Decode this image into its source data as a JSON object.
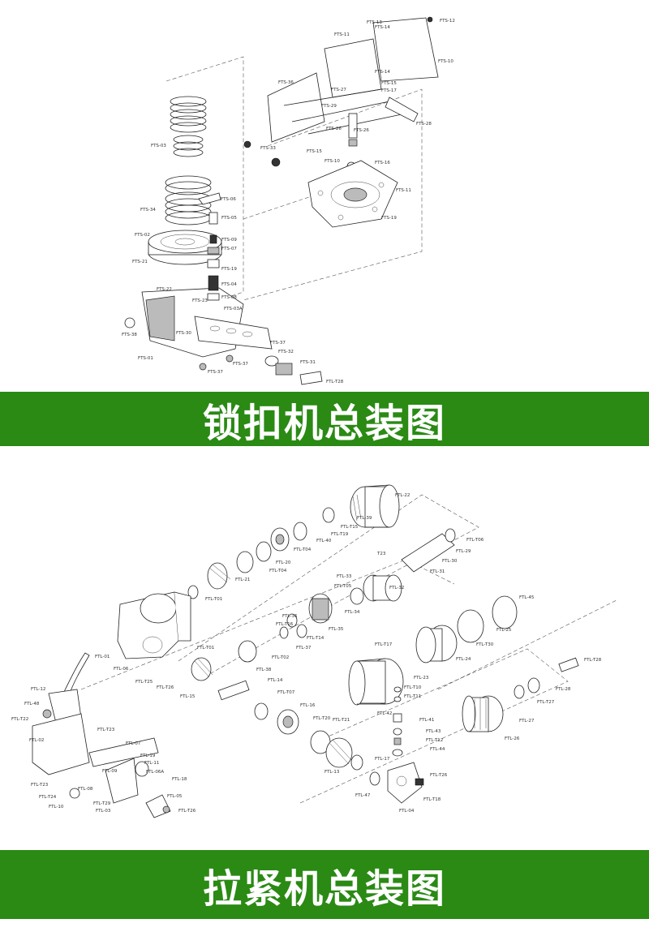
{
  "colors": {
    "banner": "#2a8a14",
    "banner_text": "#ffffff"
  },
  "sections": [
    {
      "title": "锁扣机总装图",
      "parts": [
        "FTS-12",
        "FTS-14",
        "FTS-13",
        "FTS-11",
        "FTS-10",
        "FTS-14",
        "FTS-15",
        "FTS-17",
        "FTS-27",
        "FTS-29",
        "FTS-28",
        "FTS-26",
        "FTS-26",
        "FTS-36",
        "FTS-33",
        "FTS-15",
        "FTS-10",
        "FTS-16",
        "FTS-11",
        "FTS-19",
        "FTS-03",
        "FTS-34",
        "FTS-06",
        "FTS-05",
        "FTS-02",
        "FTS-09",
        "FTS-07",
        "FTS-21",
        "FTS-19",
        "FTS-04",
        "FTS-22",
        "FTS-08",
        "FTS-23",
        "FTS-03A",
        "FTS-38",
        "FTS-30",
        "FTS-01",
        "FTS-37",
        "FTS-32",
        "FTS-37",
        "FTS-31",
        "FTL-T28",
        "FTS-37"
      ]
    },
    {
      "title": "拉紧机总装图",
      "parts": [
        "FTL-22",
        "FTL-39",
        "FTL-T15",
        "FTL-T19",
        "FTL-40",
        "FTL-T04",
        "FTL-20",
        "FTL-T04",
        "FTL-21",
        "FTL-T01",
        "FTL-T06",
        "FTL-29",
        "FTL-30",
        "FTL-31",
        "T23",
        "FTL-33",
        "FTL-T05",
        "FTL-32",
        "FTL-34",
        "FTL-45",
        "FTL-36",
        "FTL-T16",
        "FTL-35",
        "FTL-T14",
        "FTL-37",
        "FTL-25",
        "FTL-T01",
        "FTL-T02",
        "FTL-38",
        "FTL-T30",
        "FTL-24",
        "FTL-T17",
        "FTL-01",
        "FTL-06",
        "FTL-T25",
        "FTL-T26",
        "FTL-14",
        "FTL-15",
        "FTL-T07",
        "FTL-23",
        "FTL-T10",
        "FTL-T11",
        "FTL-16",
        "FTL-T20",
        "FTL-T21",
        "FTL-42",
        "FTL-41",
        "FTL-43",
        "FTL-T12",
        "FTL-44",
        "FTL-T28",
        "FTL-28",
        "FTL-T27",
        "FTL-27",
        "FTL-26",
        "FTL-12",
        "FTL-48",
        "FTL-T22",
        "FTL-02",
        "FTL-T23",
        "FTL-07",
        "FTL-19",
        "FTL-11",
        "FTL-09",
        "FTL-06A",
        "FTL-18",
        "FTL-T23",
        "FTL-08",
        "FTL-T24",
        "FTL-10",
        "FTL-T29",
        "FTL-03",
        "FTL-05",
        "FTL-T26",
        "FTL-17",
        "FTL-13",
        "FTL-47",
        "FTL-04",
        "FTL-T26",
        "FTL-T18"
      ]
    }
  ]
}
